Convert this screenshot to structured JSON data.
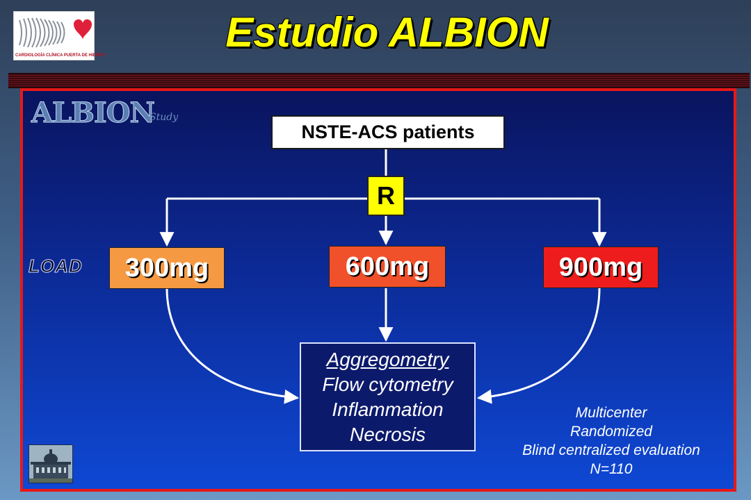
{
  "page": {
    "title": "Estudio ALBION"
  },
  "logo": {
    "text": "CARDIOLOGÍA CLÍNICA PUERTA DE HIERRO"
  },
  "study_logo": {
    "name": "ALBION",
    "sub": "Study"
  },
  "flow": {
    "population": "NSTE-ACS patients",
    "randomization": "R",
    "load_label": "LOAD",
    "doses": [
      "300mg",
      "600mg",
      "900mg"
    ],
    "outcomes": [
      "Aggregometry",
      "Flow cytometry",
      "Inflammation",
      "Necrosis"
    ]
  },
  "notes": [
    "Multicenter",
    "Randomized",
    "Blind centralized evaluation",
    "N=110"
  ],
  "colors": {
    "title": "#ffff00",
    "panel_border": "#e81818",
    "dose_300": "#f59a42",
    "dose_600": "#f0502a",
    "dose_900": "#ee1c1c",
    "randomization_box": "#ffff00"
  },
  "icons": {
    "hospital_logo": "heart-logo-icon",
    "building": "hospital-building-icon"
  }
}
